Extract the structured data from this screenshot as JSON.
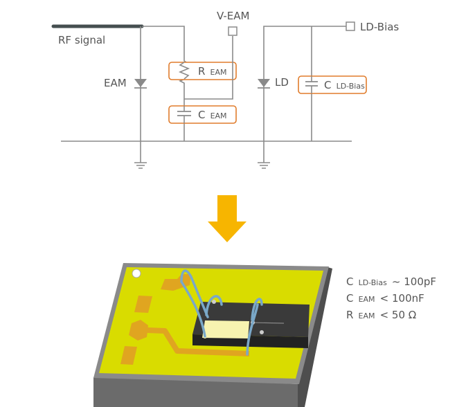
{
  "schematic": {
    "rf_signal": "RF signal",
    "v_eam": "V-EAM",
    "ld_bias": "LD-Bias",
    "eam": "EAM",
    "ld": "LD",
    "r_eam": {
      "main": "R",
      "sub": "EAM"
    },
    "c_eam": {
      "main": "C",
      "sub": "EAM"
    },
    "c_ld_bias": {
      "main": "C",
      "sub": "LD-Bias"
    }
  },
  "specs": [
    {
      "main": "C",
      "sub": "LD-Bias",
      "value": "~ 100pF"
    },
    {
      "main": "C",
      "sub": "EAM",
      "value": "< 100nF"
    },
    {
      "main": "R",
      "sub": "EAM",
      "value": "< 50 Ω"
    }
  ],
  "colors": {
    "wire": "#8a8a8a",
    "highlight": "#e07c2c",
    "arrow": "#f7b500",
    "board": "#d9dc00",
    "pad": "#e0a520",
    "chip": "#3a3a3a",
    "bond_wire": "#7aa8c8"
  }
}
